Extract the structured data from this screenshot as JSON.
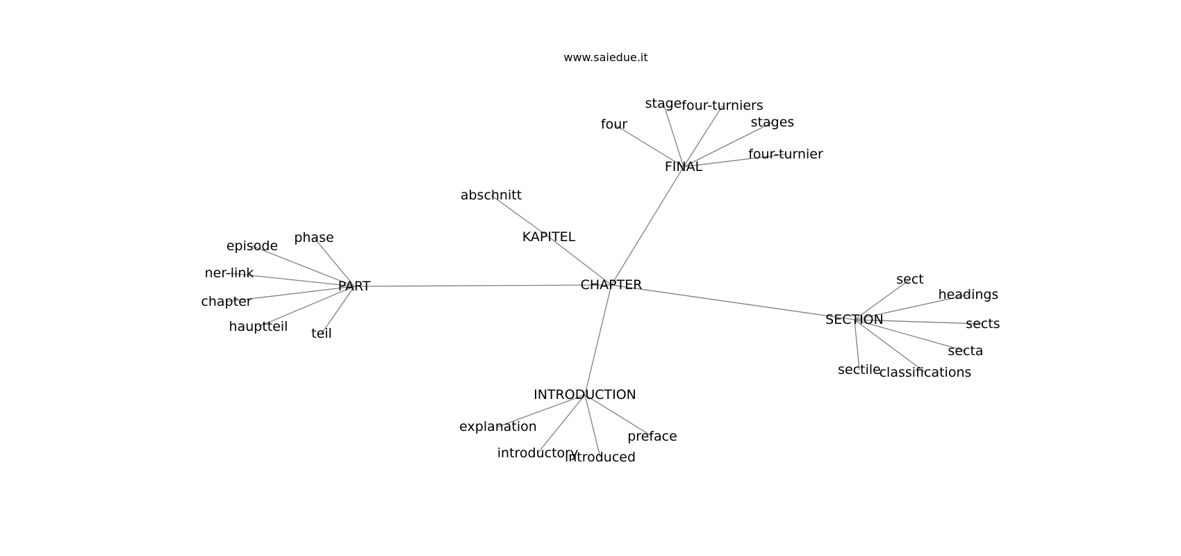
{
  "header": {
    "site": "www.saiedue.it"
  },
  "colors": {
    "edge": "#808080",
    "text": "#000000",
    "background": "#ffffff"
  },
  "graph": {
    "root": "CHAPTER",
    "nodes": [
      {
        "id": "chapter_root",
        "label": "CHAPTER"
      },
      {
        "id": "part",
        "label": "PART"
      },
      {
        "id": "kapitel",
        "label": "KAPITEL"
      },
      {
        "id": "final",
        "label": "FINAL"
      },
      {
        "id": "section",
        "label": "SECTION"
      },
      {
        "id": "introduction",
        "label": "INTRODUCTION"
      },
      {
        "id": "phase",
        "label": "phase"
      },
      {
        "id": "episode",
        "label": "episode"
      },
      {
        "id": "ner_link",
        "label": "ner-link"
      },
      {
        "id": "chapter_leaf",
        "label": "chapter"
      },
      {
        "id": "hauptteil",
        "label": "hauptteil"
      },
      {
        "id": "teil",
        "label": "teil"
      },
      {
        "id": "abschnitt",
        "label": "abschnitt"
      },
      {
        "id": "four",
        "label": "four"
      },
      {
        "id": "stage",
        "label": "stage"
      },
      {
        "id": "four_turniers",
        "label": "four-turniers"
      },
      {
        "id": "stages",
        "label": "stages"
      },
      {
        "id": "four_turnier",
        "label": "four-turnier"
      },
      {
        "id": "sect",
        "label": "sect"
      },
      {
        "id": "headings",
        "label": "headings"
      },
      {
        "id": "sects",
        "label": "sects"
      },
      {
        "id": "secta",
        "label": "secta"
      },
      {
        "id": "sectile",
        "label": "sectile"
      },
      {
        "id": "classifications",
        "label": "classifications"
      },
      {
        "id": "explanation",
        "label": "explanation"
      },
      {
        "id": "introductory",
        "label": "introductory"
      },
      {
        "id": "introduced",
        "label": "introduced"
      },
      {
        "id": "preface",
        "label": "preface"
      }
    ],
    "edges": [
      [
        "chapter_root",
        "part"
      ],
      [
        "chapter_root",
        "kapitel"
      ],
      [
        "chapter_root",
        "final"
      ],
      [
        "chapter_root",
        "section"
      ],
      [
        "chapter_root",
        "introduction"
      ],
      [
        "part",
        "phase"
      ],
      [
        "part",
        "episode"
      ],
      [
        "part",
        "ner_link"
      ],
      [
        "part",
        "chapter_leaf"
      ],
      [
        "part",
        "hauptteil"
      ],
      [
        "part",
        "teil"
      ],
      [
        "kapitel",
        "abschnitt"
      ],
      [
        "final",
        "four"
      ],
      [
        "final",
        "stage"
      ],
      [
        "final",
        "four_turniers"
      ],
      [
        "final",
        "stages"
      ],
      [
        "final",
        "four_turnier"
      ],
      [
        "section",
        "sect"
      ],
      [
        "section",
        "headings"
      ],
      [
        "section",
        "sects"
      ],
      [
        "section",
        "secta"
      ],
      [
        "section",
        "sectile"
      ],
      [
        "section",
        "classifications"
      ],
      [
        "introduction",
        "explanation"
      ],
      [
        "introduction",
        "introductory"
      ],
      [
        "introduction",
        "introduced"
      ],
      [
        "introduction",
        "preface"
      ]
    ]
  }
}
